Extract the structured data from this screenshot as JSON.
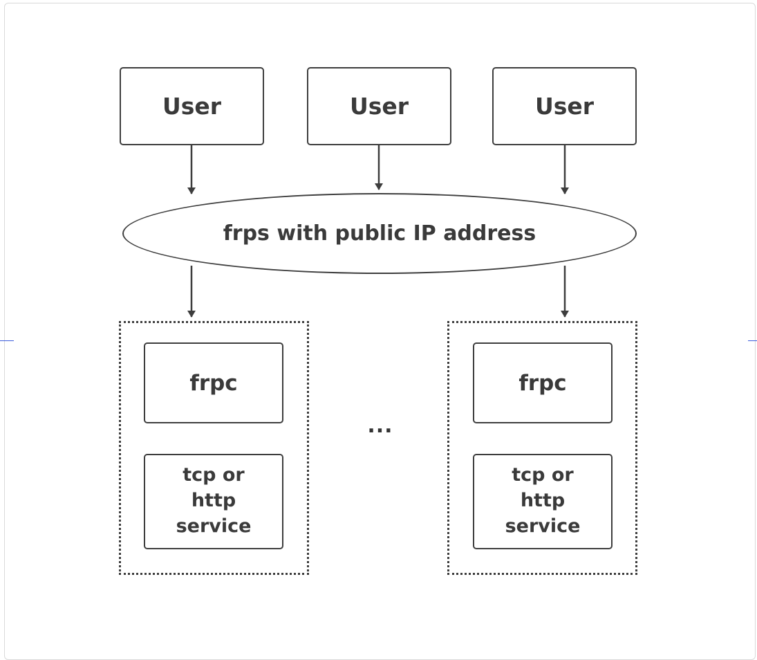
{
  "diagram": {
    "users": [
      {
        "label": "User"
      },
      {
        "label": "User"
      },
      {
        "label": "User"
      }
    ],
    "server": {
      "label": "frps with public IP address"
    },
    "groups": [
      {
        "client_label": "frpc",
        "service_label": "tcp or http service"
      },
      {
        "client_label": "frpc",
        "service_label": "tcp or http service"
      }
    ],
    "ellipsis": "...",
    "colors": {
      "stroke": "#3d3d3d",
      "text": "#3a3a3a",
      "accent": "#3b5bdb"
    }
  }
}
